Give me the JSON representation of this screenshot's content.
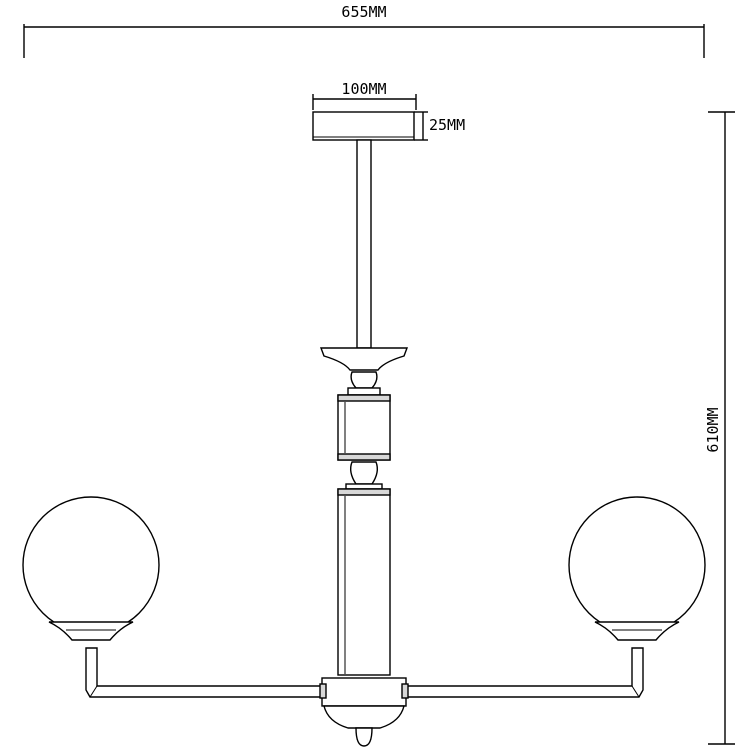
{
  "dimensions": {
    "overall_width": "655MM",
    "canopy_width": "100MM",
    "canopy_height": "25MM",
    "overall_height": "610MM"
  },
  "colors": {
    "line": "#000000",
    "background": "#ffffff"
  }
}
